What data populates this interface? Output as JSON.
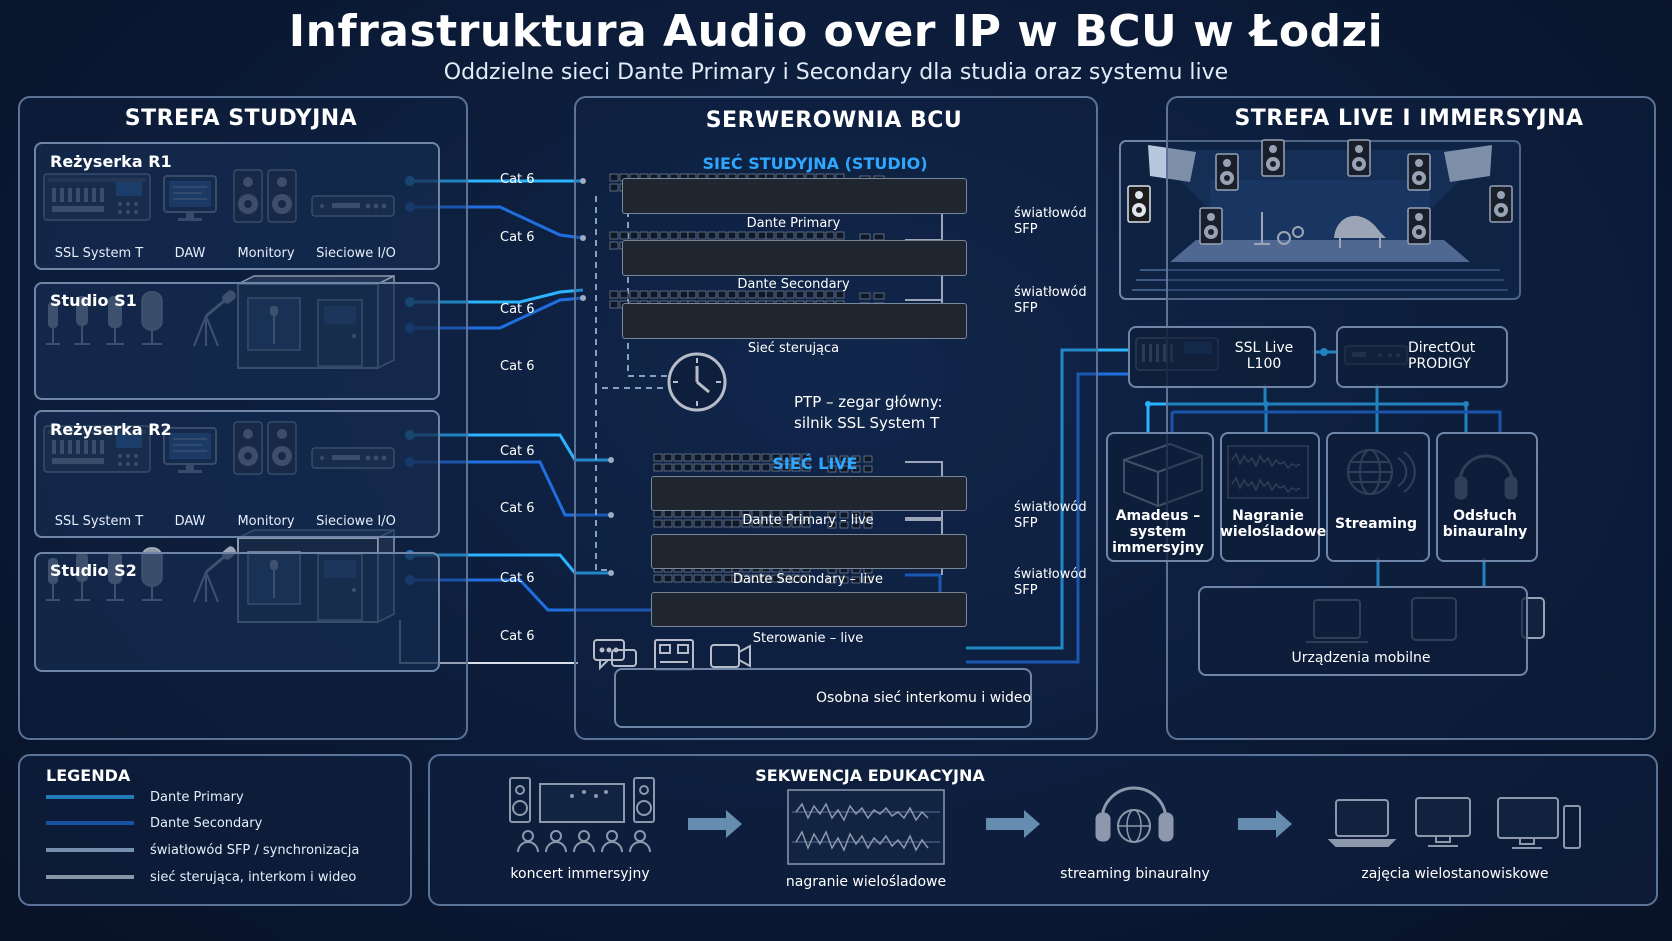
{
  "header": {
    "title": "Infrastruktura Audio over IP w BCU w Łodzi",
    "subtitle": "Oddzielne sieci Dante Primary i Secondary dla studia oraz systemu live"
  },
  "studio_zone": {
    "title": "STREFA STUDYJNA",
    "rooms": [
      {
        "name": "Reżyserka R1",
        "devices": [
          "SSL System T",
          "DAW",
          "Monitory",
          "Sieciowe I/O"
        ]
      },
      {
        "name": "Studio S1"
      },
      {
        "name": "Reżyserka R2",
        "devices": [
          "SSL System T",
          "DAW",
          "Monitory",
          "Sieciowe I/O"
        ]
      },
      {
        "name": "Studio S2"
      }
    ],
    "cable_label": "Cat 6"
  },
  "server_room": {
    "title": "SERWEROWNIA BCU",
    "studio_net_title": "SIEĆ STUDYJNA (STUDIO)",
    "live_net_title": "SIEĆ LIVE",
    "switches": [
      "Dante Primary",
      "Dante Secondary",
      "Sieć sterująca",
      "Dante Primary – live",
      "Dante Secondary – live",
      "Sterowanie – live"
    ],
    "fiber_label": [
      "światłowód",
      "SFP"
    ],
    "ptp_label": [
      "PTP – zegar główny:",
      "silnik SSL System T"
    ],
    "intercom_label": "Osobna sieć interkomu i wideo"
  },
  "live_zone": {
    "title": "STREFA LIVE I IMMERSYJNA",
    "consoles": [
      {
        "line1": "SSL Live",
        "line2": "L100"
      },
      {
        "line1": "DirectOut",
        "line2": "PRODIGY"
      }
    ],
    "outputs": [
      {
        "lines": [
          "Amadeus –",
          "system",
          "immersyjny"
        ]
      },
      {
        "lines": [
          "Nagranie",
          "wielośladowe"
        ]
      },
      {
        "lines": [
          "Streaming"
        ]
      },
      {
        "lines": [
          "Odsłuch",
          "binauralny"
        ]
      }
    ],
    "mobile_label": "Urządzenia mobilne"
  },
  "legend": {
    "title": "LEGENDA",
    "items": [
      {
        "label": "Dante Primary",
        "color": "#2ab4ff"
      },
      {
        "label": "Dante Secondary",
        "color": "#1f6fe0"
      },
      {
        "label": "światłowód SFP / synchronizacja",
        "color": "#b9d7f5"
      },
      {
        "label": "sieć sterująca, interkom i wideo",
        "color": "#d8dee8"
      }
    ]
  },
  "education": {
    "title": "SEKWENCJA EDUKACYJNA",
    "steps": [
      "koncert immersyjny",
      "nagranie wielośladowe",
      "streaming binauralny",
      "zajęcia wielostanowiskowe"
    ]
  },
  "colors": {
    "primary": "#2ab4ff",
    "secondary": "#1f6fe0",
    "fiber": "#b9d7f5",
    "control": "#d8dee8"
  }
}
